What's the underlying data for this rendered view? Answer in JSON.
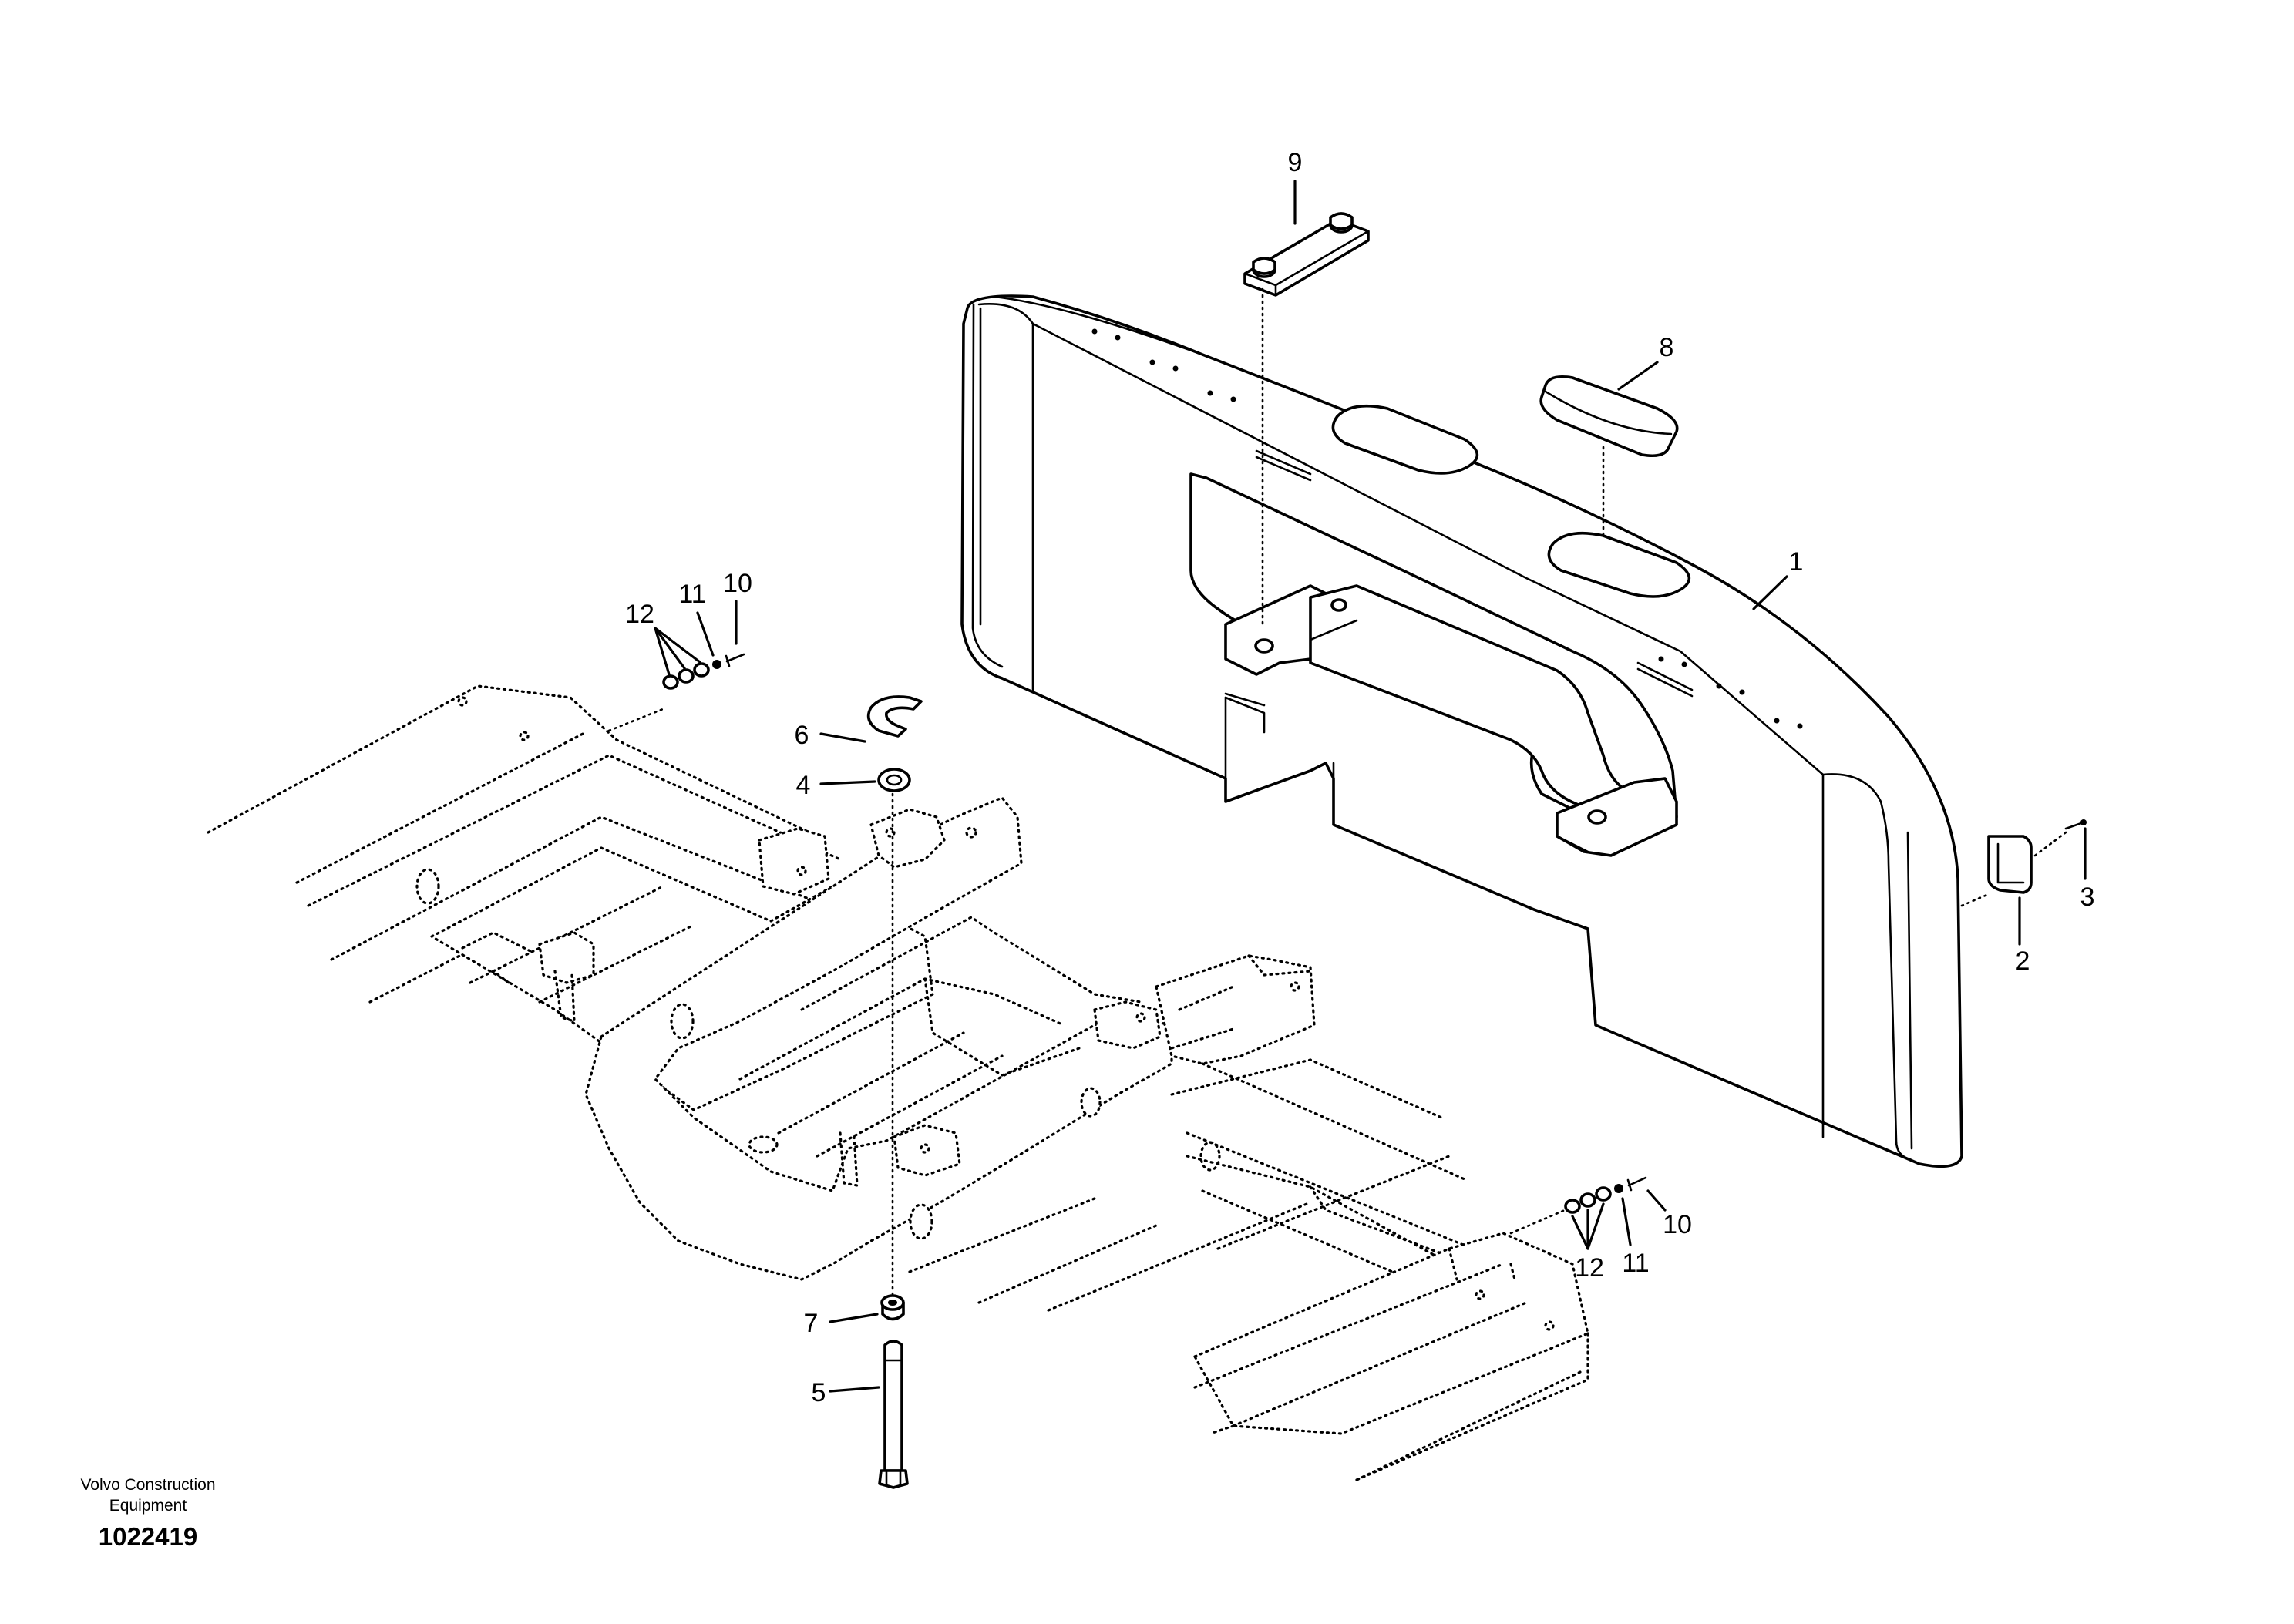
{
  "diagram": {
    "callouts": {
      "c1": "1",
      "c2": "2",
      "c3": "3",
      "c4": "4",
      "c5": "5",
      "c6": "6",
      "c7": "7",
      "c8": "8",
      "c9": "9",
      "c10a": "10",
      "c11a": "11",
      "c12a": "12",
      "c10b": "10",
      "c11b": "11",
      "c12b": "12"
    }
  },
  "footer": {
    "publisher_line1": "Volvo Construction",
    "publisher_line2": "Equipment",
    "drawing_number": "1022419"
  }
}
